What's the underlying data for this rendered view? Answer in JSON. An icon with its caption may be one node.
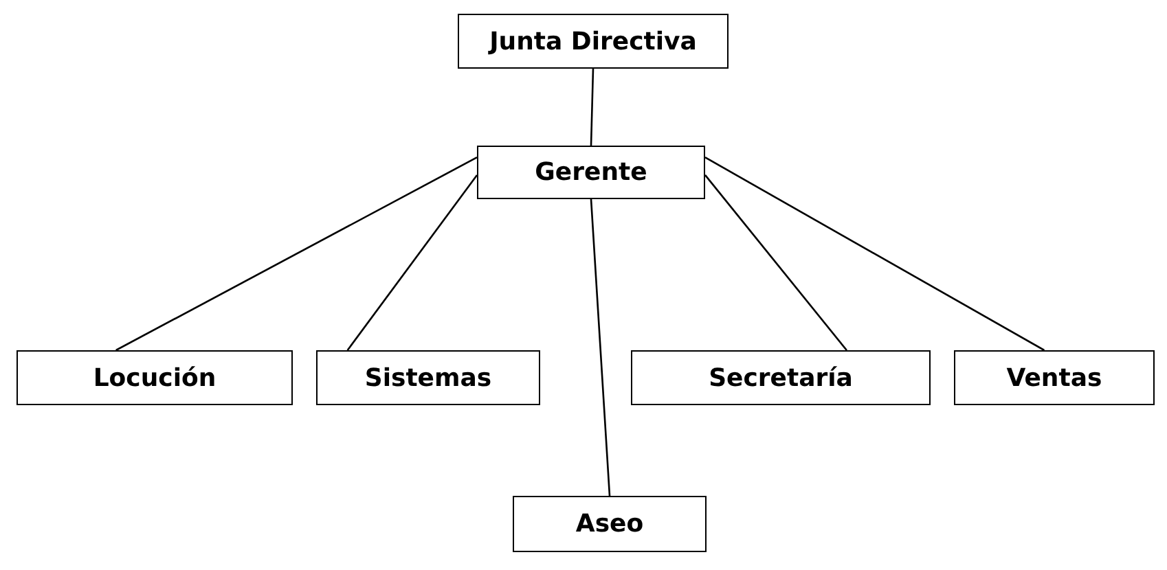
{
  "diagram": {
    "nodes": [
      {
        "text": [
          "Junta Directiva"
        ]
      },
      {
        "text": [
          "Gerente"
        ]
      },
      {
        "text": [
          "Locución"
        ]
      },
      {
        "text": [
          "Sistemas"
        ]
      },
      {
        "text": [
          "Secretaría"
        ]
      },
      {
        "text": [
          "Ventas"
        ]
      },
      {
        "text": [
          "Aseo"
        ]
      }
    ],
    "edges": [
      {
        "from": 0,
        "to": 1,
        "arrow": "none"
      },
      {
        "from": 1,
        "to": 2,
        "arrow": "none"
      },
      {
        "from": 1,
        "to": 3,
        "arrow": "none"
      },
      {
        "from": 1,
        "to": 6,
        "arrow": "none"
      },
      {
        "from": 1,
        "to": 4,
        "arrow": "none"
      },
      {
        "from": 1,
        "to": 5,
        "arrow": "none"
      }
    ]
  }
}
